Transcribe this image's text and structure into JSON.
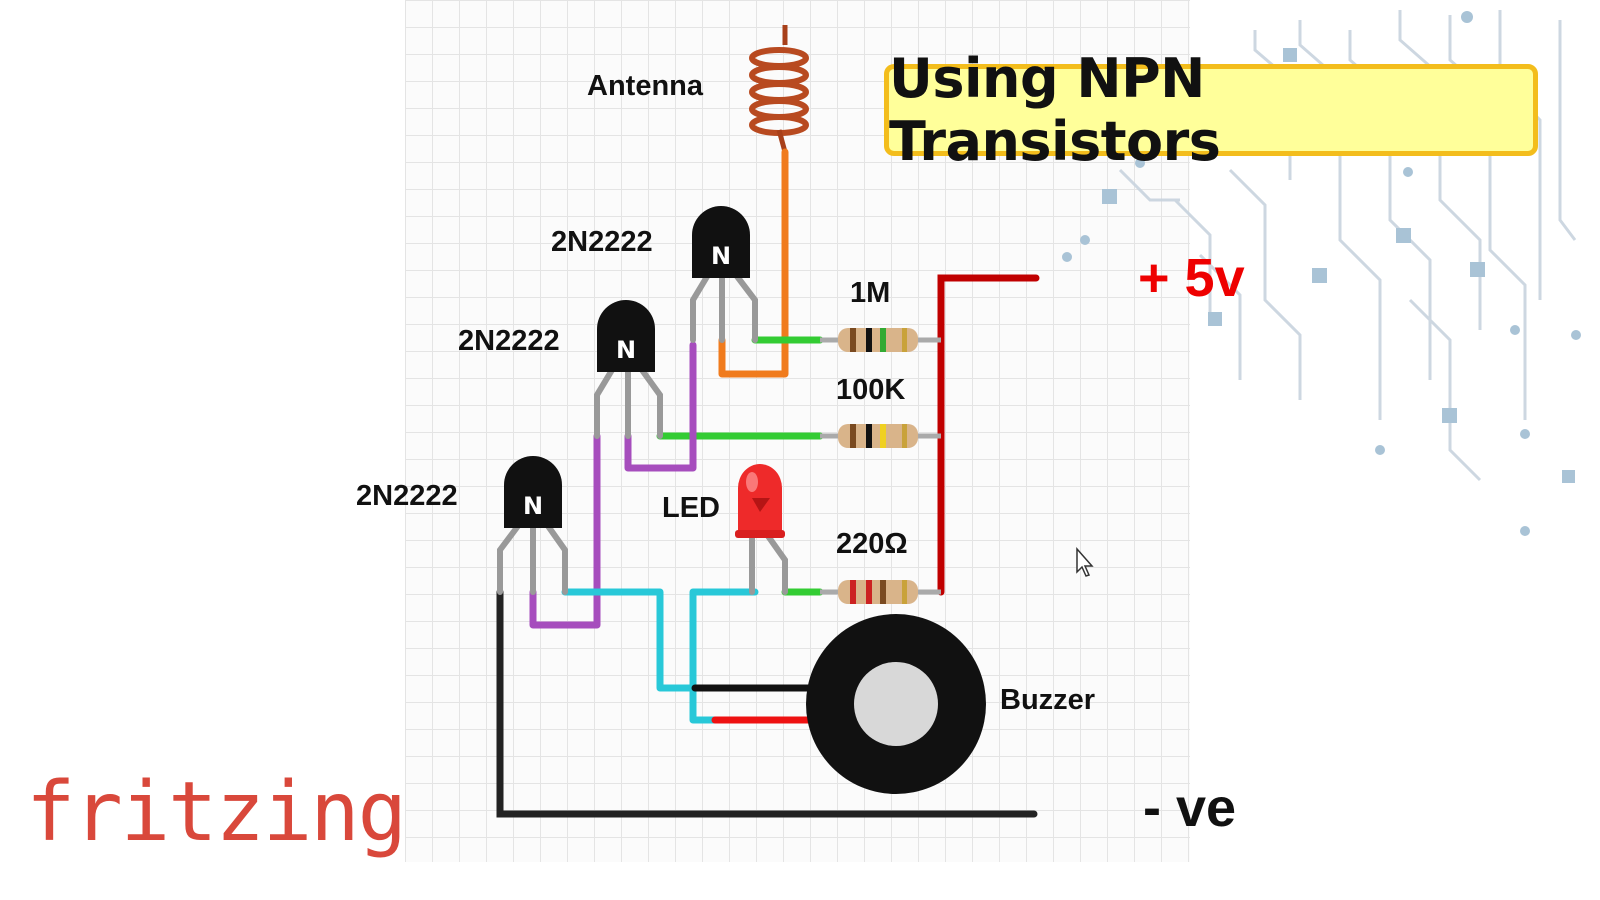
{
  "title": "Using NPN Transistors",
  "labels": {
    "antenna": "Antenna",
    "transistor_top": "2N2222",
    "transistor_mid": "2N2222",
    "transistor_low": "2N2222",
    "resistor_1": "1M",
    "resistor_2": "100K",
    "resistor_3": "220Ω",
    "led": "LED",
    "buzzer": "Buzzer",
    "positive": "+ 5v",
    "negative": "- ve"
  },
  "transistor_marks": [
    "N",
    "N",
    "N"
  ],
  "logo": "fritzing",
  "colors": {
    "title_fill": "#ffff9a",
    "title_border": "#f3bd1c",
    "positive_rail": "#c00000",
    "negative_rail": "#222222",
    "positive_label": "#ee0000",
    "logo": "#d9483b"
  }
}
